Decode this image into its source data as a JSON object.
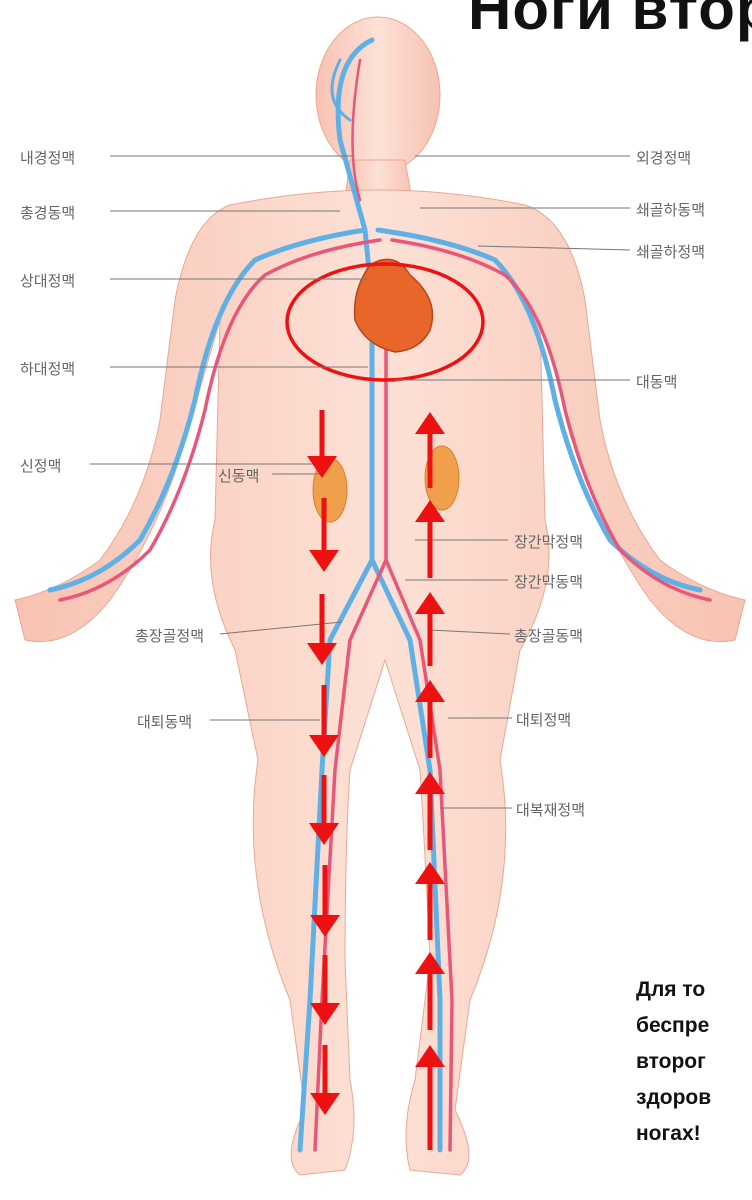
{
  "title": "Ноги втор",
  "labels_left": [
    "내경정맥",
    "총경동맥",
    "상대정맥",
    "하대정맥",
    "신정맥",
    "신동맥",
    "총장골정맥",
    "대퇴동맥"
  ],
  "labels_right": [
    "외경정맥",
    "쇄골하동맥",
    "쇄골하정맥",
    "대동맥",
    "장간막정맥",
    "장간막동맥",
    "총장골동맥",
    "대퇴정맥",
    "대복재정맥"
  ],
  "note_lines": [
    "Для то",
    "беспре",
    "второг",
    "здоров",
    "ногах!"
  ],
  "colors": {
    "arrow": "#ee1111",
    "vein": "#5fb0e6",
    "artery": "#e8577a",
    "skin": "#fbd3c6",
    "heart": "#e8662a"
  },
  "icons": [
    "arrow-down-icon",
    "arrow-up-icon",
    "heart-icon"
  ]
}
